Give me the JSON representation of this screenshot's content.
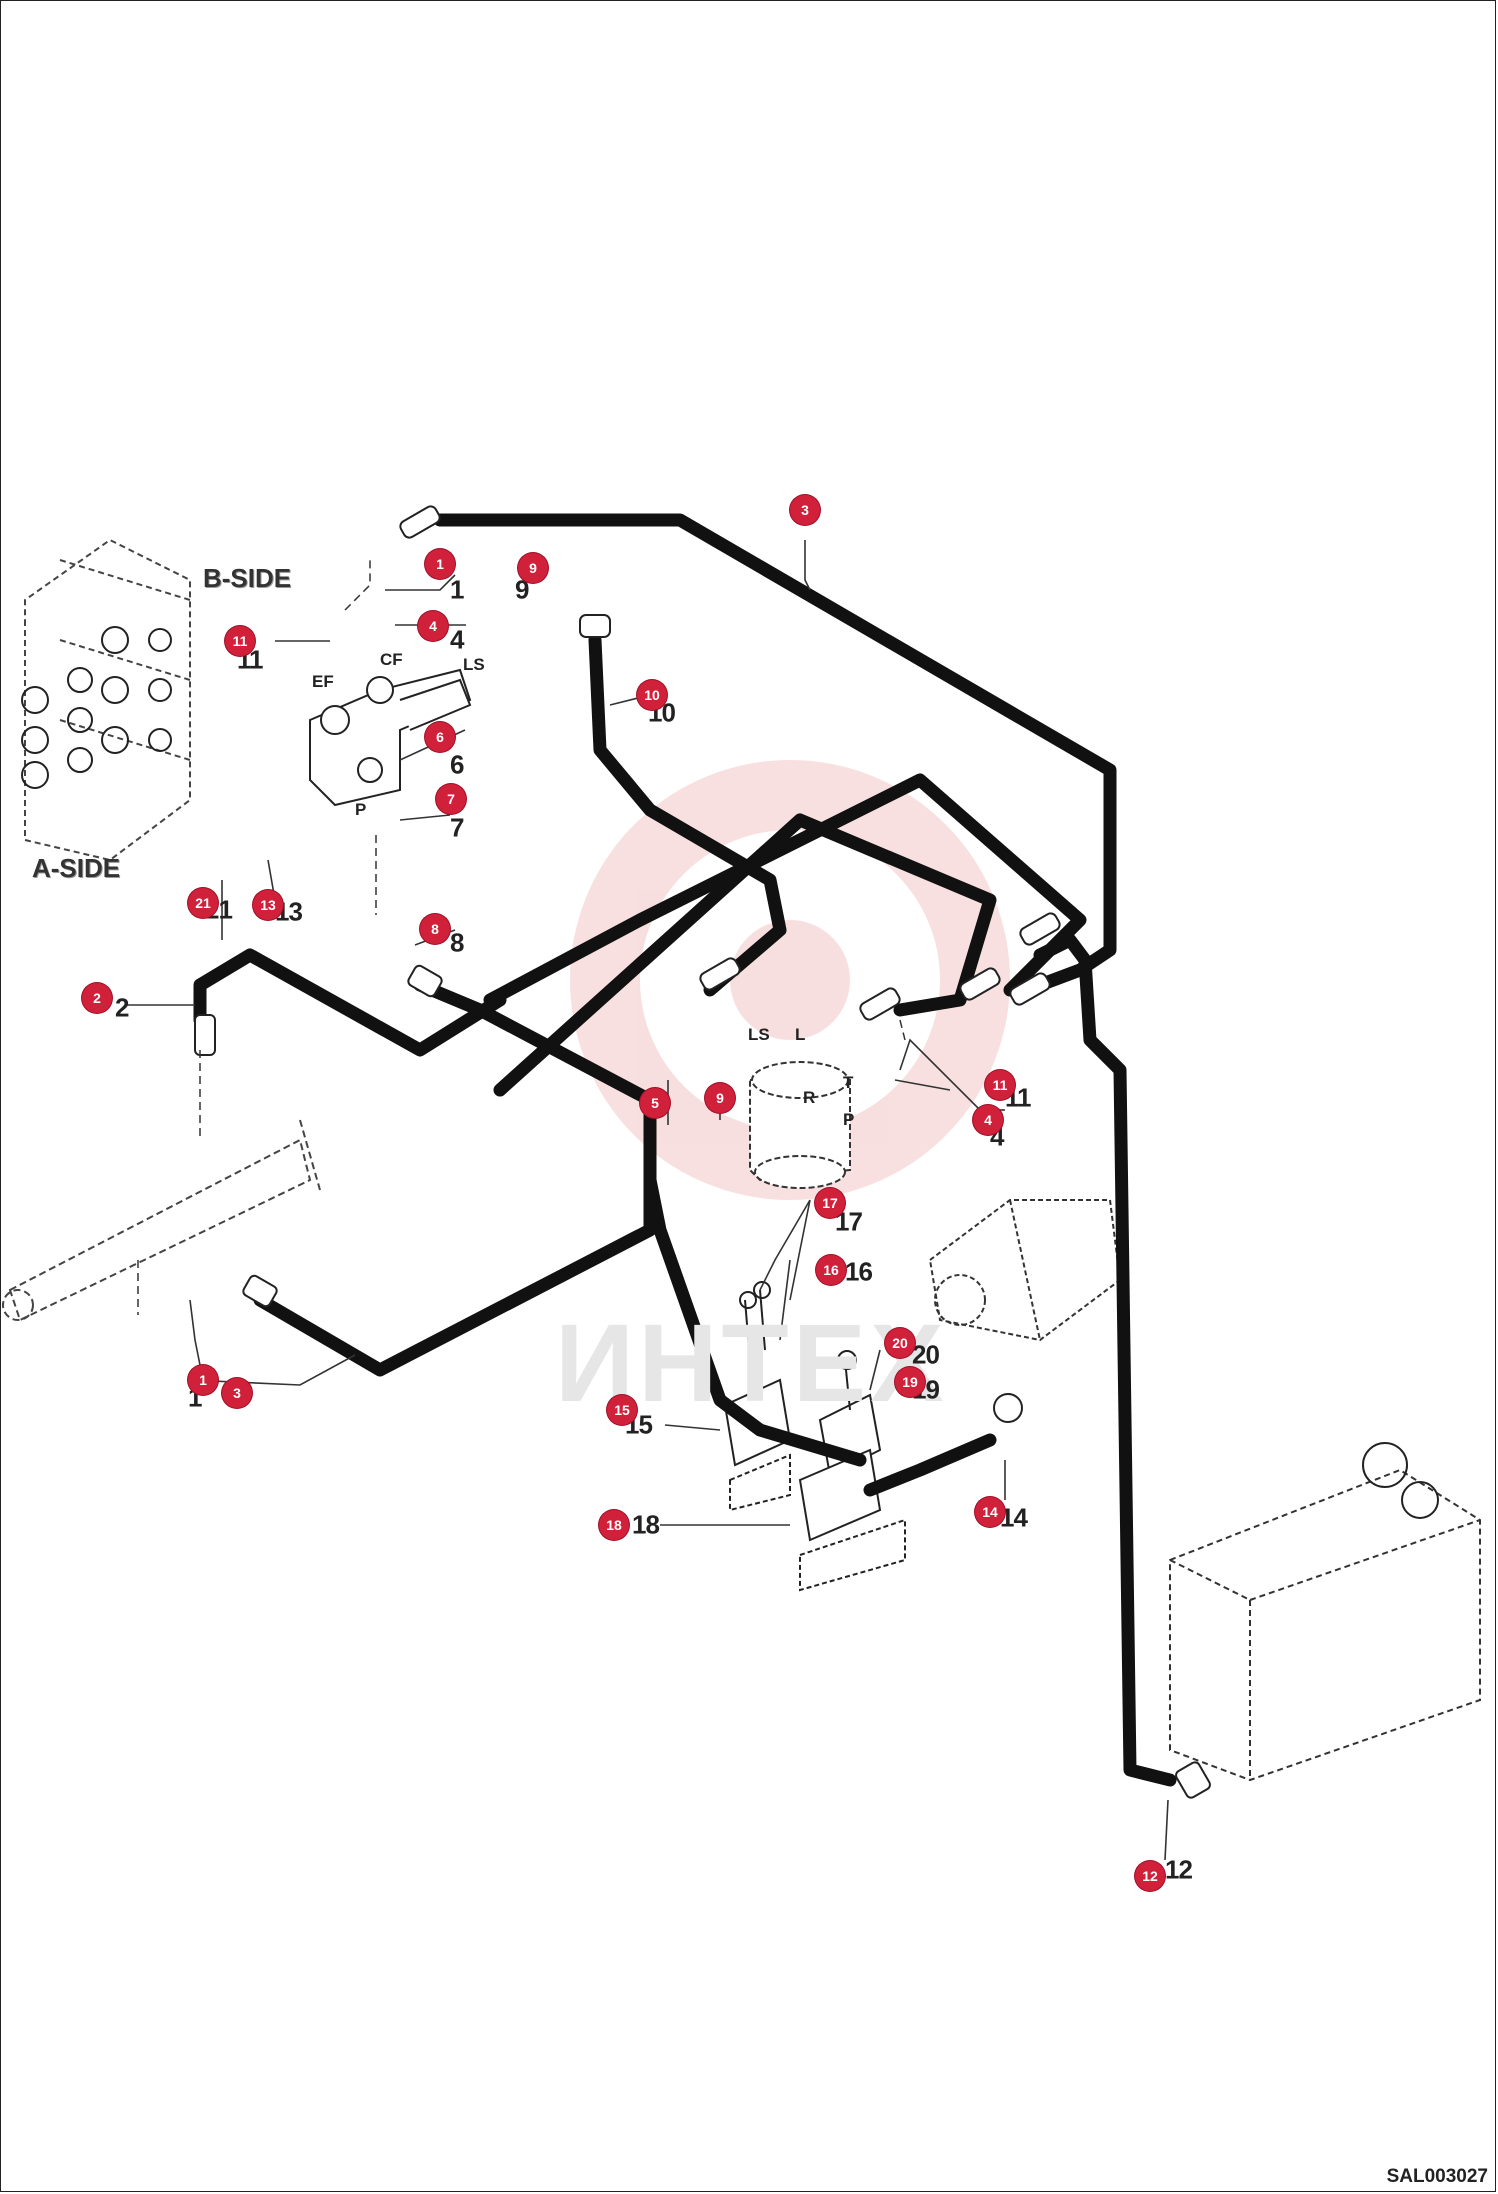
{
  "side_labels": {
    "b_side": "B-SIDE",
    "a_side": "A-SIDE"
  },
  "port_labels": [
    "EF",
    "CF",
    "LS",
    "P",
    "LS",
    "L",
    "R",
    "T",
    "P"
  ],
  "callouts": [
    {
      "id": "c3a",
      "num": "3"
    },
    {
      "id": "c1a",
      "num": "1"
    },
    {
      "id": "c9a",
      "num": "9"
    },
    {
      "id": "c11a",
      "num": "11"
    },
    {
      "id": "c4a",
      "num": "4"
    },
    {
      "id": "c10",
      "num": "10"
    },
    {
      "id": "c6",
      "num": "6"
    },
    {
      "id": "c7",
      "num": "7"
    },
    {
      "id": "c21",
      "num": "21"
    },
    {
      "id": "c13",
      "num": "13"
    },
    {
      "id": "c8",
      "num": "8"
    },
    {
      "id": "c2",
      "num": "2"
    },
    {
      "id": "c5",
      "num": "5"
    },
    {
      "id": "c9b",
      "num": "9"
    },
    {
      "id": "c11b",
      "num": "11"
    },
    {
      "id": "c4b",
      "num": "4"
    },
    {
      "id": "c17",
      "num": "17"
    },
    {
      "id": "c16",
      "num": "16"
    },
    {
      "id": "c20",
      "num": "20"
    },
    {
      "id": "c19",
      "num": "19"
    },
    {
      "id": "c1b",
      "num": "1"
    },
    {
      "id": "c3b",
      "num": "3"
    },
    {
      "id": "c15",
      "num": "15"
    },
    {
      "id": "c14",
      "num": "14"
    },
    {
      "id": "c18",
      "num": "18"
    },
    {
      "id": "c12",
      "num": "12"
    }
  ],
  "plain_labels": [
    "1",
    "9",
    "11",
    "4",
    "10",
    "6",
    "7",
    "21",
    "13",
    "8",
    "2",
    "4",
    "17",
    "16",
    "20",
    "19",
    "1",
    "15",
    "18",
    "14",
    "12",
    "11"
  ],
  "watermark": "ИНТЕХ",
  "drawing_code": "SAL003027",
  "colors": {
    "callout": "#d0203a",
    "hose": "#1a1a1a",
    "line": "#333333",
    "watermark": "#f2c5c5"
  }
}
